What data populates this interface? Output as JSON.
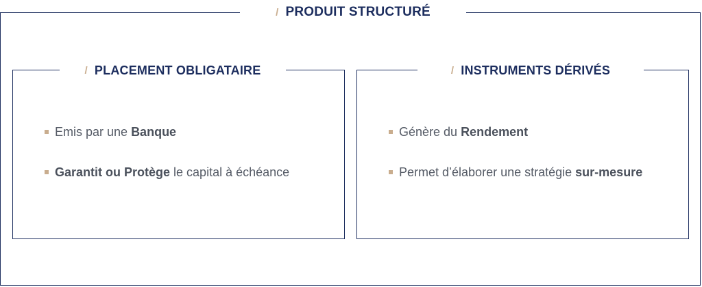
{
  "colors": {
    "navy": "#1c2d5e",
    "accent": "#c9ad8e",
    "text": "#555b66"
  },
  "header": {
    "slash": "/",
    "title": "PRODUIT STRUCTURÉ"
  },
  "cards": [
    {
      "slash": "/",
      "title": "PLACEMENT OBLIGATAIRE",
      "bullets": [
        {
          "before": "Emis par une ",
          "bold": "Banque",
          "after": ""
        },
        {
          "before": "",
          "bold": "Garantit ou Protège",
          "after": " le capital à échéance"
        }
      ]
    },
    {
      "slash": "/",
      "title": "INSTRUMENTS DÉRIVÉS",
      "bullets": [
        {
          "before": "Génère du ",
          "bold": "Rendement",
          "after": ""
        },
        {
          "before": "Permet d’élaborer une stratégie ",
          "bold": "sur-mesure",
          "after": ""
        }
      ]
    }
  ]
}
